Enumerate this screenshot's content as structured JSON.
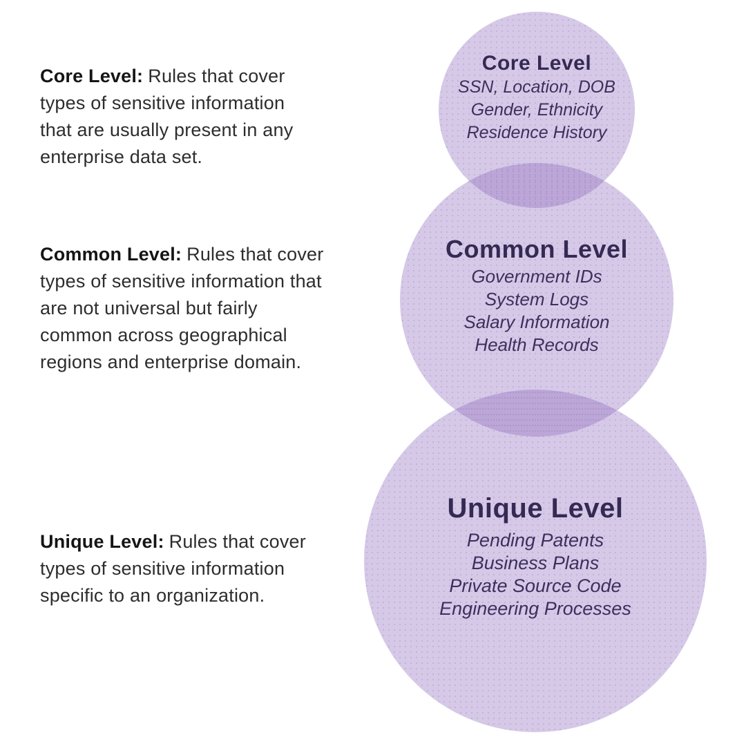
{
  "descriptions": [
    {
      "label": "Core Level:",
      "text": "Rules that cover types of sensitive information that are usually present in any enterprise data set."
    },
    {
      "label": "Common Level:",
      "text": "Rules that cover types of sensitive information that are not universal but fairly common across geographical regions and enterprise domain."
    },
    {
      "label": "Unique Level:",
      "text": "Rules that cover types of sensitive information specific to an organization."
    }
  ],
  "circles": [
    {
      "title": "Core Level",
      "items": [
        "SSN, Location, DOB",
        "Gender, Ethnicity",
        "Residence History"
      ]
    },
    {
      "title": "Common Level",
      "items": [
        "Government IDs",
        "System Logs",
        "Salary Information",
        "Health Records"
      ]
    },
    {
      "title": "Unique Level",
      "items": [
        "Pending Patents",
        "Business Plans",
        "Private Source Code",
        "Engineering Processes"
      ]
    }
  ],
  "colors": {
    "background": "#ffffff",
    "circle_fill": "#8a65ba",
    "circle_fill_opacity": "0.35",
    "circle_overlap": "#b5a0d2",
    "heading_text": "#352a53",
    "item_text": "#3c2f5d",
    "description_label_text": "#151515",
    "description_body_text": "#2d2d2d"
  }
}
